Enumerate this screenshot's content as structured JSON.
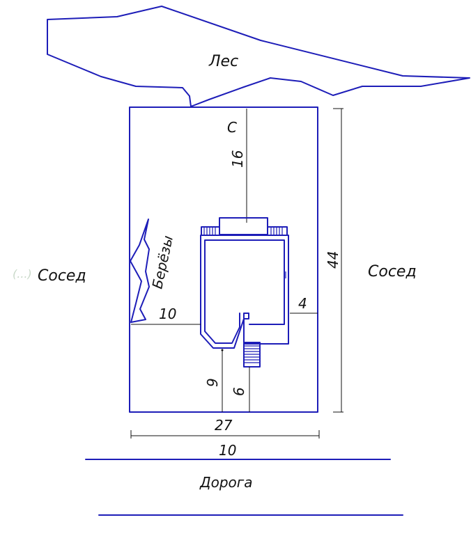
{
  "labels": {
    "forest": "Лес",
    "neighbor_left": "Сосед",
    "neighbor_right": "Сосед",
    "birches": "Берёзы",
    "road": "Дорога",
    "north_mark": "С",
    "ghost_text": "(...)"
  },
  "dimensions": {
    "house_to_top": "16",
    "plot_length": "44",
    "plot_width": "27",
    "road_gap": "10",
    "house_to_left": "10",
    "house_to_right": "4",
    "house_to_bottom": "9",
    "porch_to_bottom": "6"
  },
  "colors": {
    "outline": "#1d1db8",
    "dimension": "#101010",
    "text": "#111111"
  }
}
